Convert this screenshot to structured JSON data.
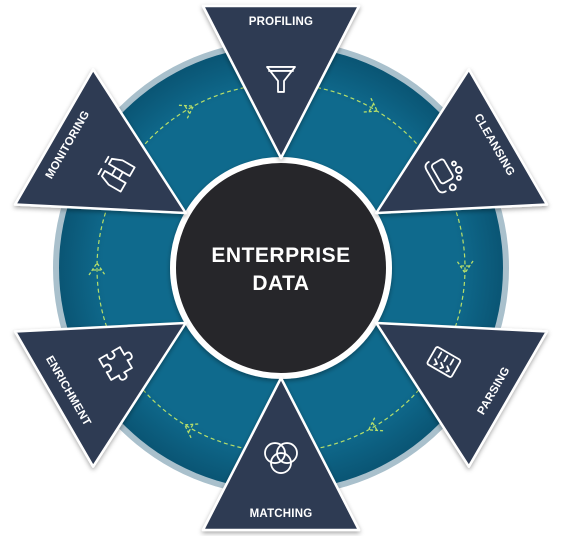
{
  "center": {
    "line1": "ENTERPRISE",
    "line2": "DATA"
  },
  "stages": [
    {
      "key": "profiling",
      "label": "PROFILING",
      "icon": "funnel-icon"
    },
    {
      "key": "cleansing",
      "label": "CLEANSING",
      "icon": "washing-icon"
    },
    {
      "key": "parsing",
      "label": "PARSING",
      "icon": "checklist-icon"
    },
    {
      "key": "matching",
      "label": "MATCHING",
      "icon": "venn-circles-icon"
    },
    {
      "key": "enrichment",
      "label": "ENRICHMENT",
      "icon": "puzzle-piece-icon"
    },
    {
      "key": "monitoring",
      "label": "MONITORING",
      "icon": "binoculars-icon"
    }
  ],
  "colors": {
    "outer_ring": "#9fb8c6",
    "teal_ring": "#0d6385",
    "center_circle": "#27272a",
    "triangle": "#2e3a52",
    "triangle_border": "#ffffff",
    "dashed_path": "#b7df6a"
  }
}
